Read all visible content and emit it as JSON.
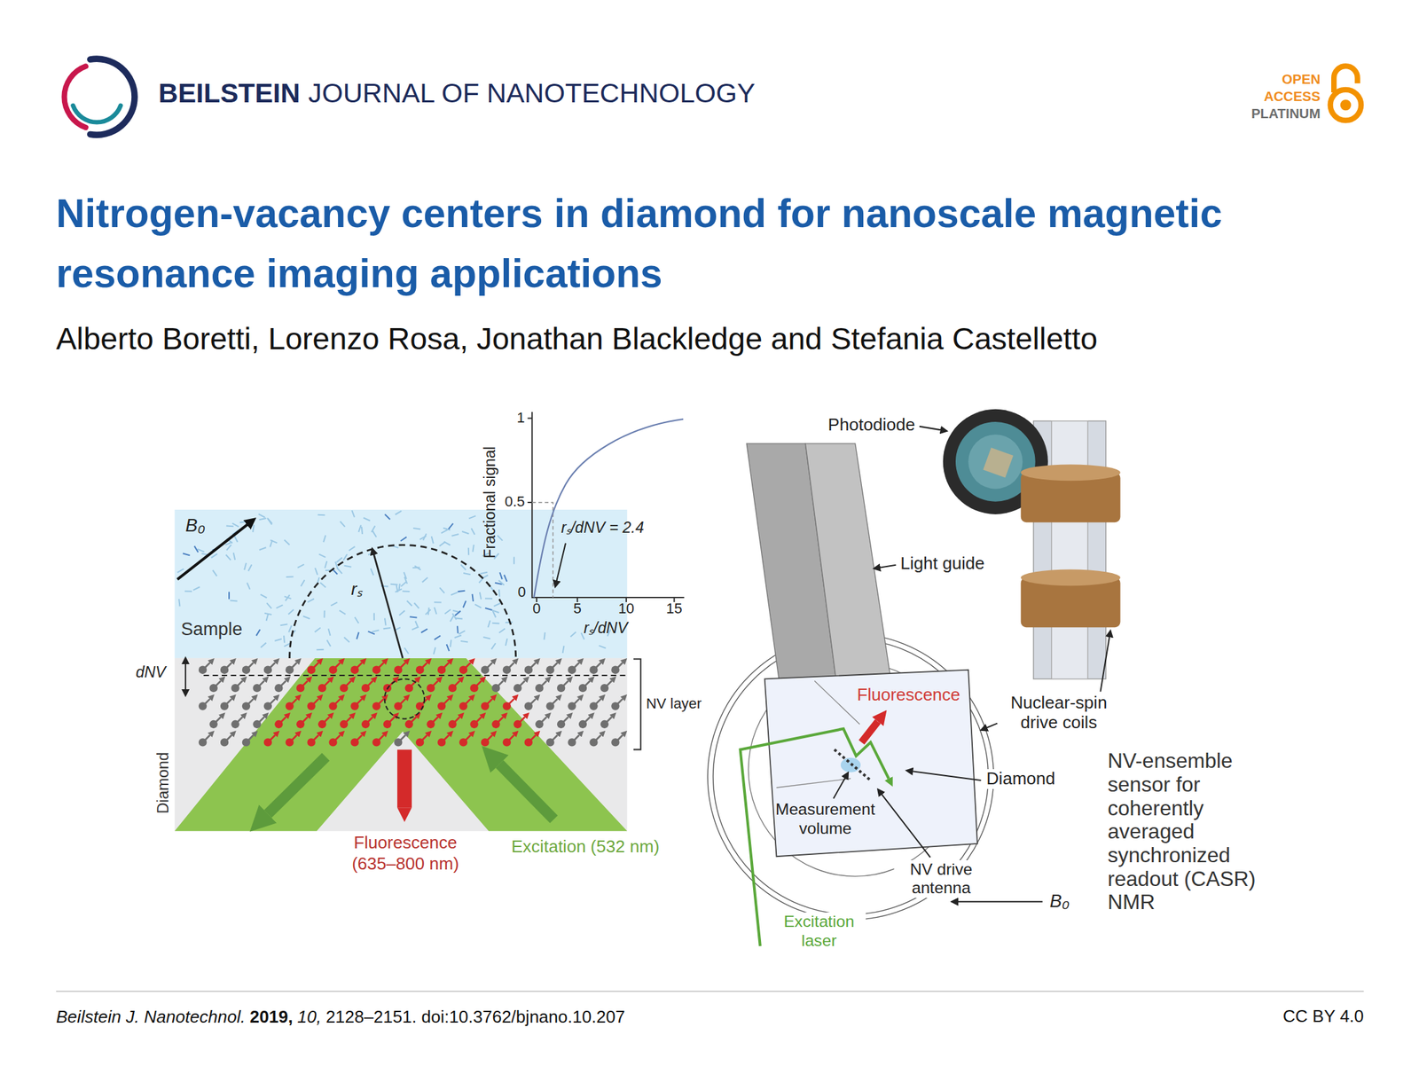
{
  "diagram": {
    "title": "Nitrogen-vacancy centers in diamond for nanoscale magnetic resonance imaging applications",
    "nodes": [
      {
        "text": [
          "B₀",
          "Sample"
        ]
      },
      {
        "text": [
          "Diamond"
        ]
      }
    ],
    "labels": [
      "BEILSTEIN",
      "JOURNAL OF NANOTECHNOLOGY",
      "OPEN",
      "ACCESS",
      "PLATINUM",
      "Alberto Boretti, Lorenzo Rosa, Jonathan Blackledge and Stefania Castelletto",
      "1",
      "0.5",
      "0",
      "Fractional signal",
      "0",
      "5",
      "10",
      "15",
      "rₛ/dNV = 2.4",
      "rₛ/dNV",
      "rₛ",
      "dNV",
      "NV layer",
      "Fluorescence (635–800 nm)",
      "Excitation (532 nm)",
      "Photodiode",
      "Light guide",
      "Fluorescence",
      "Nuclear-spin drive coils",
      "Diamond",
      "Measurement volume",
      "NV drive antenna",
      "Excitation laser",
      "B₀",
      "NV-ensemble sensor for coherently averaged synchronized readout (CASR) NMR",
      "Beilstein J. Nanotechnol.",
      "2019,",
      "10,",
      "2128–2151. doi:10.3762/bjnano.10.207",
      "CC BY 4.0"
    ]
  }
}
